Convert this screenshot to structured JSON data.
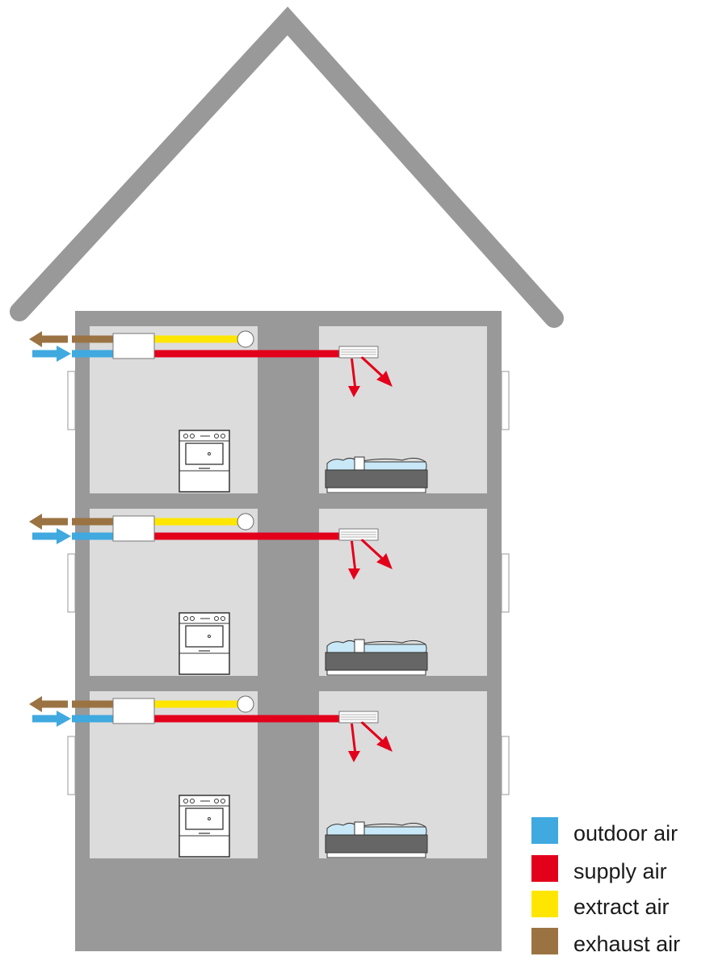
{
  "colors": {
    "wall": "#999999",
    "room": "#dcdcdc",
    "outdoor_air": "#3fa9e0",
    "supply_air": "#e3001b",
    "extract_air": "#ffe600",
    "exhaust_air": "#9b7343"
  },
  "legend": [
    {
      "key": "outdoor_air",
      "label": "outdoor air",
      "color": "#3fa9e0"
    },
    {
      "key": "supply_air",
      "label": "supply air",
      "color": "#e3001b"
    },
    {
      "key": "extract_air",
      "label": "extract air",
      "color": "#ffe600"
    },
    {
      "key": "exhaust_air",
      "label": "exhaust air",
      "color": "#9b7343"
    }
  ],
  "floors": 3,
  "icons": [
    "house-roof",
    "building-walls",
    "ventilation-unit-icon",
    "extract-valve-icon",
    "supply-diffuser-icon",
    "stove-icon",
    "bed-icon",
    "window-icon"
  ]
}
